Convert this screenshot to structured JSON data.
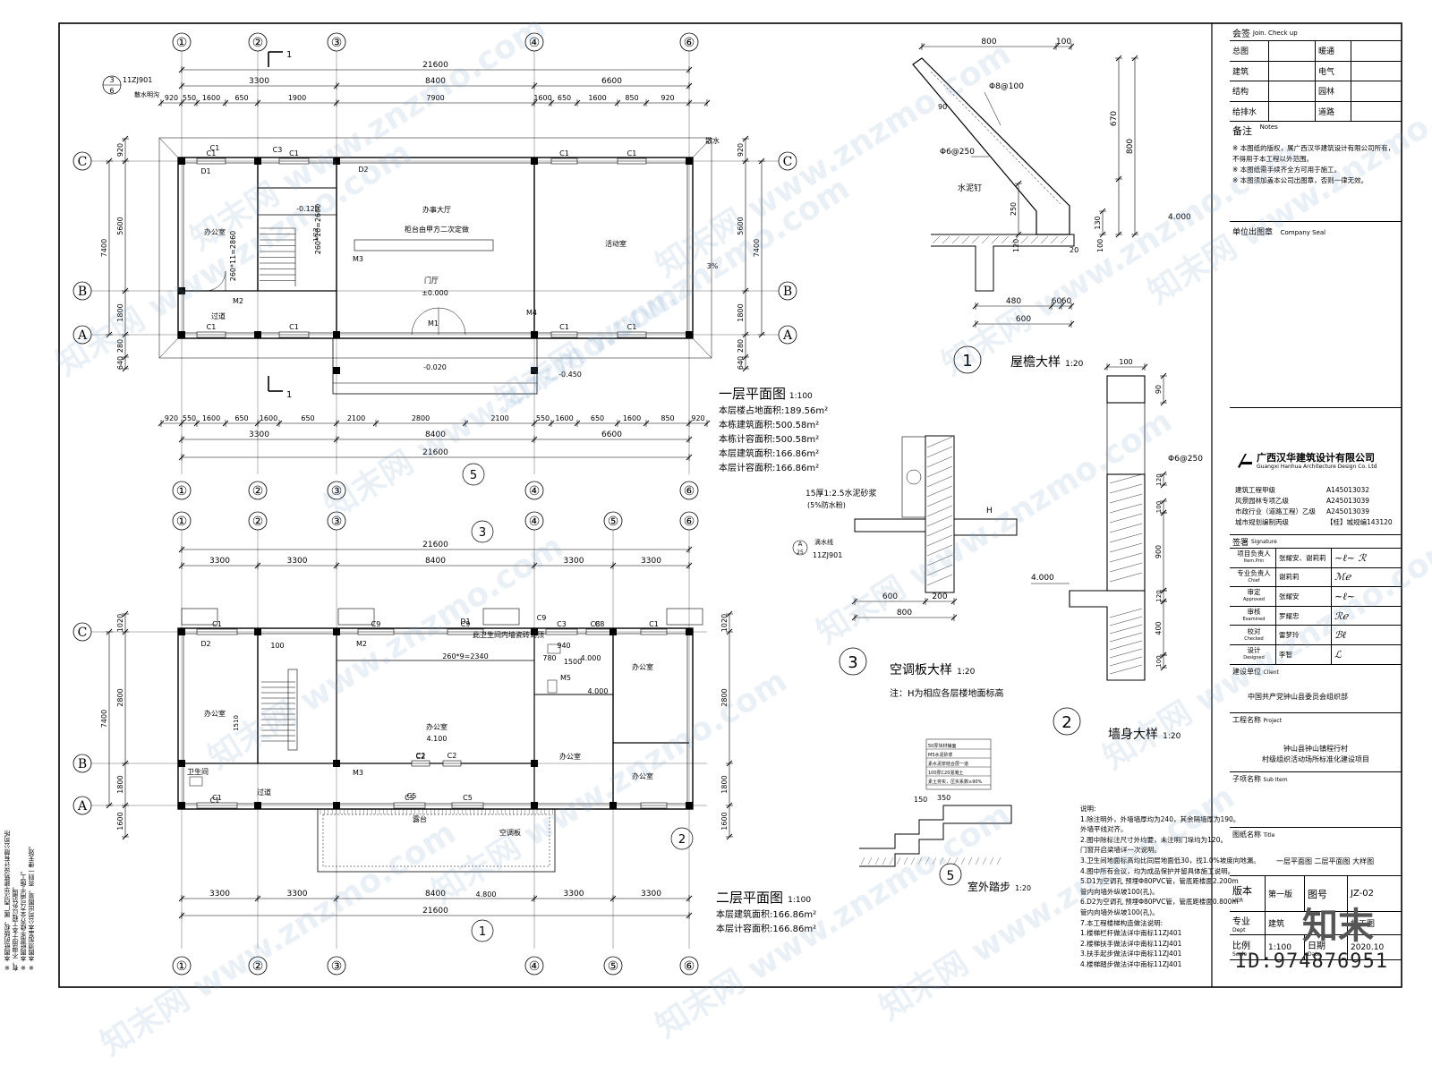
{
  "company": {
    "name": "广西汉华建筑设计有限公司",
    "name_en": "Guangxi Hanhua Architecture Design Co. Ltd",
    "quals": [
      {
        "label": "建筑工程甲级",
        "code": "A145013032"
      },
      {
        "label": "风景园林专项乙级",
        "code": "A245013039"
      },
      {
        "label": "市政行业（道路工程）乙级",
        "code": "A245013039"
      },
      {
        "label": "城市规划编制丙级",
        "code": "【桂】城规编143120"
      }
    ]
  },
  "countersign": {
    "header": "会签",
    "header_en": "Join. Check up",
    "rows": [
      [
        "总图",
        "暖通"
      ],
      [
        "建筑",
        "电气"
      ],
      [
        "结构",
        "园林"
      ],
      [
        "给排水",
        "道路"
      ]
    ]
  },
  "notes": {
    "header": "备注",
    "header_en": "Notes",
    "items": [
      "※ 本图纸的版权，属广西汉华建筑设计有限公司所有，",
      "   不得用于本工程以外范围。",
      "※ 本图纸需手续齐全方可用于施工。",
      "※ 本图须加盖本公司出图章，否则一律无效。"
    ],
    "seal_label": "单位出图章",
    "seal_label_en": "Company Seal"
  },
  "signature": {
    "header": "签署",
    "header_en": "Signature",
    "rows": [
      {
        "role": "项目负责人",
        "role_en": "Item.Prin",
        "name": "张耀安、谢莉莉"
      },
      {
        "role": "专业负责人",
        "role_en": "Chief",
        "name": "谢莉莉"
      },
      {
        "role": "审定",
        "role_en": "Approved",
        "name": "张耀安"
      },
      {
        "role": "审核",
        "role_en": "Examined",
        "name": "罗耀忠"
      },
      {
        "role": "校对",
        "role_en": "Checked",
        "name": "雷梦玲"
      },
      {
        "role": "设计",
        "role_en": "Designed",
        "name": "李智"
      }
    ]
  },
  "client": {
    "label": "建设单位",
    "label_en": "Client",
    "value": "中国共产党钟山县委员会组织部"
  },
  "project": {
    "label": "工程名称",
    "label_en": "Project",
    "value1": "钟山县钟山镇程行村",
    "value2": "村级组织活动场所标准化建设项目"
  },
  "subitem": {
    "label": "子项名称",
    "label_en": "Sub Item"
  },
  "title": {
    "label": "图纸名称",
    "label_en": "Title",
    "value": "一层平面图  二层平面图  大样图"
  },
  "meta": {
    "version_label": "版本",
    "version_en": "VER",
    "version": "第一版",
    "drawing_no_label": "图号",
    "drawing_no": "JZ-02",
    "discipline_label": "专业",
    "discipline_en": "Dept",
    "discipline": "建筑",
    "stage": "施工图",
    "scale_label": "比例",
    "scale_en": "Scale",
    "scale": "1:100",
    "date_label": "日期",
    "date_en": "Date",
    "date": "2020.10"
  },
  "plan1": {
    "title": "一层平面图",
    "scale": "1:100",
    "areas": [
      "本层楼占地面积:189.56m²",
      "本栋建筑面积:500.58m²",
      "本栋计容面积:500.58m²",
      "本层建筑面积:166.86m²",
      "本层计容面积:166.86m²"
    ],
    "axes_top": [
      "①",
      "②",
      "③",
      "④",
      "⑥"
    ],
    "axes_side": [
      "C",
      "B",
      "A"
    ],
    "dims_total": "21600",
    "dims_lvl1": [
      "3300",
      "8400",
      "6600"
    ],
    "dims_lvl2": [
      "920",
      "550",
      "1600",
      "650",
      "1900",
      "7900",
      "1600",
      "650",
      "1600",
      "850",
      "920"
    ],
    "dims_bottom": [
      "920",
      "550",
      "1600",
      "650",
      "1600",
      "650",
      "2100",
      "2800",
      "2100",
      "550",
      "1600",
      "650",
      "1600",
      "850",
      "920"
    ],
    "dims_left": [
      "920",
      "5600",
      "1800",
      "280",
      "640",
      "7400"
    ],
    "rooms": [
      "办公室",
      "办事大厅",
      "活动室",
      "过道"
    ],
    "labels": [
      "C1",
      "C3",
      "D1",
      "D2",
      "M1",
      "M2",
      "M3",
      "M4",
      "±0.000",
      "-0.120",
      "-0.020",
      "-0.450",
      "散水",
      "3%",
      "门厅",
      "柜台由甲方二次定做",
      "1/12",
      "260*11=2860",
      "260*10=2600"
    ],
    "detail_ref": "11ZJ901",
    "detail_ref_label": "散水明沟",
    "section": "1"
  },
  "plan2": {
    "title": "二层平面图",
    "scale": "1:100",
    "areas": [
      "本层建筑面积:166.86m²",
      "本层计容面积:166.86m²"
    ],
    "axes_top": [
      "①",
      "②",
      "③",
      "④",
      "⑤",
      "⑥"
    ],
    "dims_total": "21600",
    "dims_lvl1": [
      "3300",
      "3300",
      "8400",
      "3300",
      "3300"
    ],
    "rooms": [
      "办公室",
      "办公室",
      "办公室",
      "办公室",
      "办公室",
      "卫生间",
      "过道",
      "露台"
    ],
    "labels": [
      "C1",
      "C2",
      "C5",
      "C8",
      "C9",
      "D1",
      "D2",
      "M2",
      "M3",
      "M5",
      "4.000",
      "4.100",
      "4.800",
      "空调板",
      "此卫生间内墙瓷砖到顶",
      "260*9=2340",
      "1510",
      "100",
      "940",
      "780",
      "1500",
      "4.000"
    ]
  },
  "details": {
    "d1": {
      "no": "1",
      "title": "屋檐大样",
      "scale": "1:20",
      "dims": [
        "800",
        "100",
        "670",
        "800",
        "250",
        "130",
        "480",
        "60",
        "60",
        "600",
        "120",
        "100",
        "20"
      ],
      "labels": [
        "Φ8@100",
        "Φ6@250",
        "水泥钉",
        "4.000",
        "90"
      ]
    },
    "d2": {
      "no": "2",
      "title": "墙身大样",
      "scale": "1:20",
      "dims": [
        "100",
        "90",
        "120",
        "100",
        "900",
        "120",
        "400",
        "100"
      ],
      "labels": [
        "Φ6@250",
        "4.000"
      ]
    },
    "d3": {
      "no": "3",
      "title": "空调板大样",
      "scale": "1:20",
      "note": "注：H为相应各层楼地面标高",
      "dims": [
        "600",
        "200",
        "800"
      ],
      "labels": [
        "15厚1:2.5水泥砂浆",
        "(5%防水粉)",
        "滴水线",
        "H",
        "11ZJ901",
        "A",
        "25"
      ]
    },
    "d5": {
      "no": "5",
      "title": "室外踏步",
      "scale": "1:20",
      "layers": [
        "50厚块材铺面",
        "M5水泥砂浆",
        "素水泥浆结合层一道",
        "100厚C20混凝土",
        "素土夯实，压实系数≥90%"
      ],
      "dims": [
        "150",
        "350"
      ]
    }
  },
  "gen_notes": {
    "title": "说明:",
    "items": [
      "1.除注明外，外墙墙厚均为240，其余隔墙厚为190。",
      "   外墙平线对齐。",
      "2.图中除标注尺寸外均要，未注明门垛均为120。",
      "   门窗开启梁墙详一次说明。",
      "3.卫生间地面标高均比同层地面低30，找1.0%坡度向地漏。",
      "4.图中所有会议，均为成品保护并留具体施工说明。",
      "5.D1为空调孔 预埋Φ80PVC管，管底距楼面2.200m",
      "   管内向墙外纵坡100(孔)。",
      "6.D2为空调孔 预埋Φ80PVC管，管底距楼面0.800m",
      "   管内向墙外纵坡100(孔)。",
      "7.本工程楼梯构造做法说明:",
      "1.楼梯栏杆做法详中南标11ZJ401",
      "2.楼梯扶手做法详中南标11ZJ401",
      "3.扶手起步做法详中南标11ZJ401",
      "4.楼梯踏步做法详中南标11ZJ401"
    ]
  },
  "left_notes": [
    "※ 本图纸的版权，属广西汉华建筑设计有限公司所有，不得用于本工程以外范围。",
    "※ 本图纸需手续齐全方可用于施工。",
    "※ 本图须加盖本公司出图章，否则一律无效。"
  ],
  "watermark": {
    "text": "知末网 www.znzmo.com",
    "badge": "知末",
    "id": "ID:974876951"
  }
}
